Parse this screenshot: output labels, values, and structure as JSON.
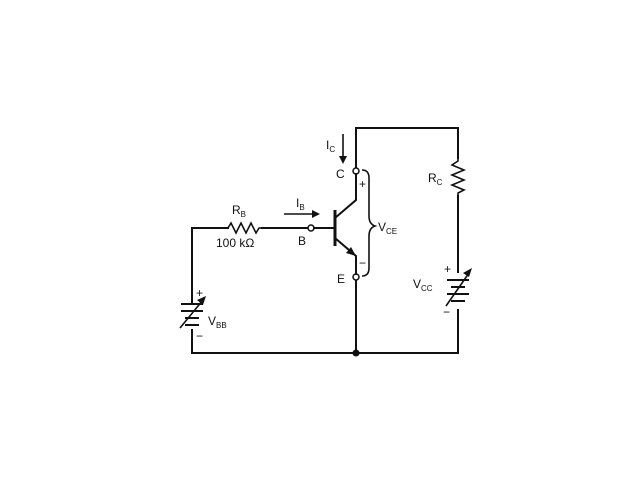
{
  "labels": {
    "rb": {
      "main": "R",
      "sub": "B"
    },
    "rb_value": "100 kΩ",
    "ib": {
      "main": "I",
      "sub": "B"
    },
    "base": "B",
    "ic": {
      "main": "I",
      "sub": "C"
    },
    "collector": "C",
    "emitter": "E",
    "vce": {
      "main": "V",
      "sub": "CE"
    },
    "rc": {
      "main": "R",
      "sub": "C"
    },
    "vcc": {
      "main": "V",
      "sub": "CC"
    },
    "vbb": {
      "main": "V",
      "sub": "BB"
    }
  },
  "polarity": {
    "vbb_plus": "+",
    "vbb_minus": "−",
    "vcc_plus": "+",
    "vcc_minus": "−",
    "vce_plus": "+",
    "vce_minus": "−"
  }
}
